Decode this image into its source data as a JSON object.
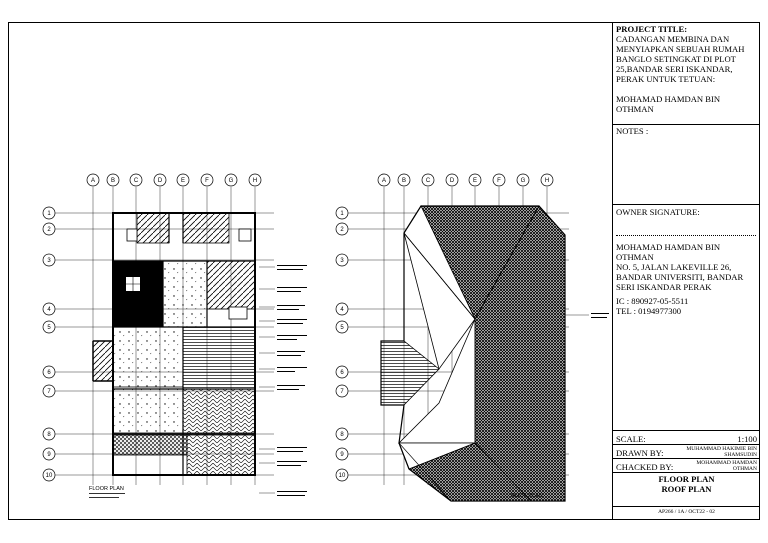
{
  "floor_plan": {
    "title": "FLOOR PLAN",
    "grid_columns": [
      "A",
      "B",
      "C",
      "D",
      "E",
      "F",
      "G",
      "H"
    ],
    "grid_rows": [
      "1",
      "2",
      "3",
      "4",
      "5",
      "6",
      "7",
      "8",
      "9",
      "10"
    ]
  },
  "roof_plan": {
    "title": "ROOF PLAN",
    "grid_columns": [
      "A",
      "B",
      "C",
      "D",
      "E",
      "F",
      "G",
      "H"
    ],
    "grid_rows": [
      "1",
      "2",
      "3",
      "4",
      "5",
      "6",
      "7",
      "8",
      "9",
      "10"
    ]
  },
  "title_block": {
    "project_title_label": "PROJECT TITLE:",
    "project_title_text": "CADANGAN MEMBINA DAN MENYIAPKAN SEBUAH RUMAH BANGLO SETINGKAT DI PLOT 25,BANDAR SERI ISKANDAR, PERAK UNTUK TETUAN:",
    "client_name": "MOHAMAD HAMDAN BIN OTHMAN",
    "notes_label": "NOTES :",
    "owner_signature_label": "OWNER SIGNATURE:",
    "owner_name": "MOHAMAD HAMDAN BIN OTHMAN",
    "owner_address": "NO. 5, JALAN LAKEVILLE 26, BANDAR UNIVERSITI, BANDAR SERI ISKANDAR PERAK",
    "owner_ic": "IC : 890927-05-5511",
    "owner_tel": "TEL : 0194977300",
    "scale_label": "SCALE:",
    "scale_value": "1:100",
    "drawn_by_label": "DRAWN BY:",
    "drawn_by_value": "MUHAMMAD HAKIMIE BIN SHAMSUDIN",
    "checked_by_label": "CHACKED BY:",
    "checked_by_value": "MOHAMMAD HAMDAN OTHMAN",
    "sheet_title_1": "FLOOR PLAN",
    "sheet_title_2": "ROOF PLAN",
    "drawing_no": "AP266 / 1A / OCT22 - 02"
  }
}
